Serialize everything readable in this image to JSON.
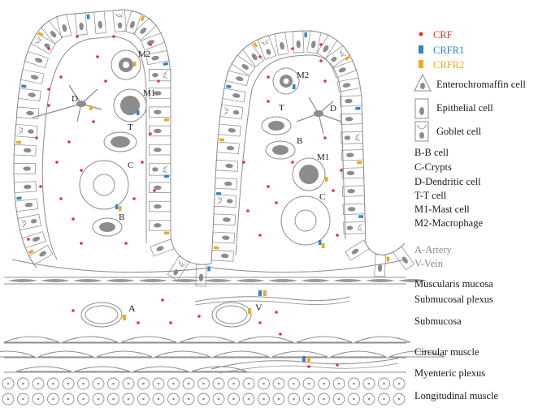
{
  "legend": {
    "crf": {
      "label": "CRF",
      "color": "#e0342f"
    },
    "crfr1": {
      "label": "CRFR1",
      "color": "#2f86c8"
    },
    "crfr2": {
      "label": "CRFR2",
      "color": "#f2a71f"
    },
    "cells": [
      {
        "label": "Enterochromaffin cell"
      },
      {
        "label": "Epithelial cell"
      },
      {
        "label": "Goblet cell"
      }
    ],
    "abbreviations": [
      {
        "label": "B-B cell"
      },
      {
        "label": "C-Crypts"
      },
      {
        "label": "D-Dendritic cell"
      },
      {
        "label": "T-T cell"
      },
      {
        "label": "M1-Mast cell"
      },
      {
        "label": "M2-Macrophage"
      }
    ],
    "vessels": [
      {
        "label": "A-Artery"
      },
      {
        "label": "V-Vein"
      }
    ]
  },
  "layers": [
    {
      "label": "Muscularis mucosa"
    },
    {
      "label": "Submucosal plexus"
    },
    {
      "label": "Submucosa"
    },
    {
      "label": "Circular muscle"
    },
    {
      "label": "Myenteric plexus"
    },
    {
      "label": "Longitudinal muscle"
    }
  ],
  "markers": {
    "m2": "M2",
    "m1": "M1",
    "d": "D",
    "t": "T",
    "c": "C",
    "b": "B",
    "a": "A",
    "v": "V"
  }
}
